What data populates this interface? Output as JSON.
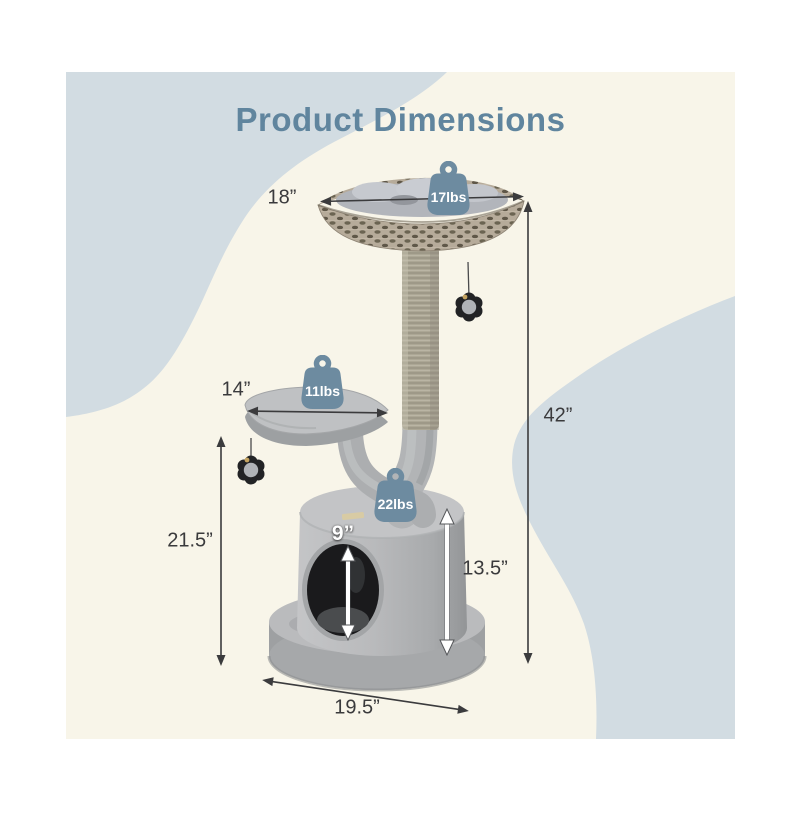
{
  "title": "Product Dimensions",
  "dimensions": {
    "basket_width": "18”",
    "perch_width": "14”",
    "overall_height": "42”",
    "floor_to_perch_height": "21.5”",
    "hole_height": "9”",
    "condo_height": "13.5”",
    "base_width": "19.5”"
  },
  "weights": {
    "basket": "17lbs",
    "perch": "11lbs",
    "condo": "22lbs"
  },
  "icons": {
    "weight_badge": "kettlebell-weight-icon",
    "toy": "flower-toy-icon"
  },
  "colors": {
    "page_background": "#ffffff",
    "canvas_background": "#f8f5e9",
    "blob": "#d2dce2",
    "title_text": "#60859e",
    "badge_fill": "#6d8ba0",
    "badge_text": "#ffffff",
    "dimension_text": "#3a3a3c",
    "arrow_dark": "#3b3b3d",
    "arrow_white": "#ffffff",
    "product_gray": "#b4b6b8"
  }
}
